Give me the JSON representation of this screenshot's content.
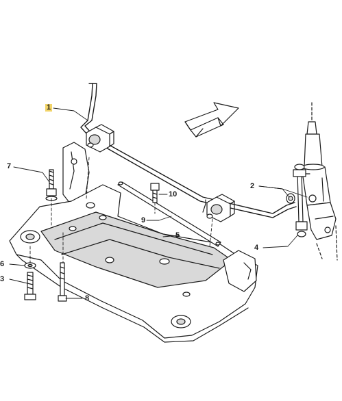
{
  "callouts": {
    "stabilizer_bar": "1",
    "bushing": "2",
    "screw_short": "3",
    "link_rod": "4",
    "subframe": "5",
    "washer": "6",
    "bolt_nut": "7",
    "bolt_long": "8",
    "reinforcement_bar": "9",
    "bolt_small": "10"
  },
  "colors": {
    "line": "#1a1a1a",
    "part_fill": "#ffffff",
    "shade": "#d9d9d9",
    "highlight": "#f2d469"
  },
  "icons": {
    "direction_arrow": "arrow-up-right-icon"
  }
}
